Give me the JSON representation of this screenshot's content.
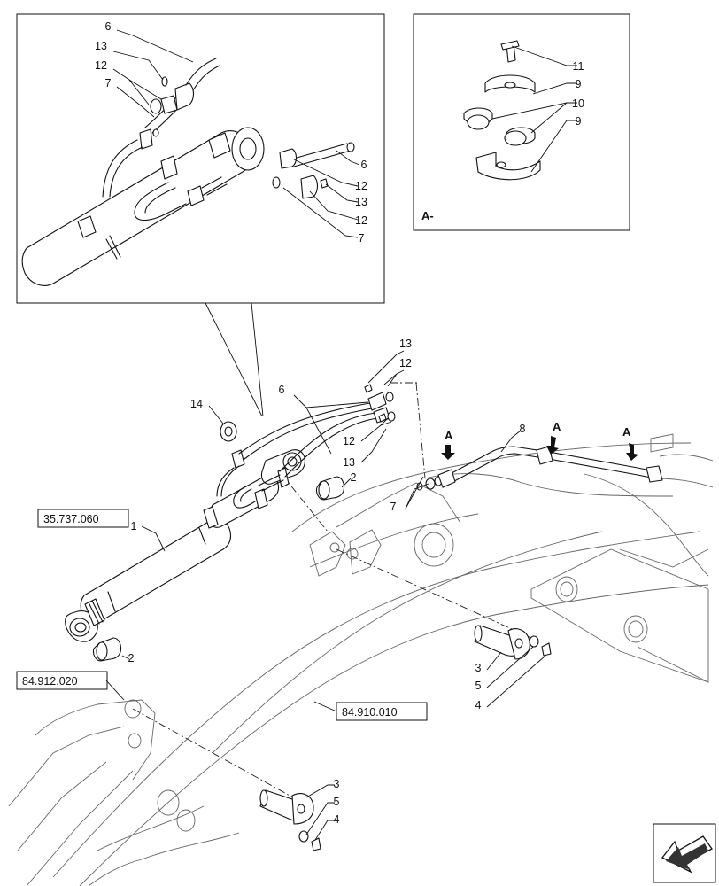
{
  "drawing": {
    "type": "exploded-parts-diagram"
  },
  "view_a": {
    "label": "A-"
  },
  "references": [
    {
      "label": "35.737.060"
    },
    {
      "label": "84.912.020"
    },
    {
      "label": "84.910.010"
    }
  ],
  "callouts": [
    {
      "text": "6"
    },
    {
      "text": "13"
    },
    {
      "text": "12"
    },
    {
      "text": "7"
    },
    {
      "text": "6"
    },
    {
      "text": "12"
    },
    {
      "text": "13"
    },
    {
      "text": "12"
    },
    {
      "text": "7"
    },
    {
      "text": "11"
    },
    {
      "text": "9"
    },
    {
      "text": "10"
    },
    {
      "text": "9"
    },
    {
      "text": "13"
    },
    {
      "text": "12"
    },
    {
      "text": "14"
    },
    {
      "text": "6"
    },
    {
      "text": "12"
    },
    {
      "text": "13"
    },
    {
      "text": "2"
    },
    {
      "text": "7"
    },
    {
      "text": "8"
    },
    {
      "text": "1"
    },
    {
      "text": "2"
    },
    {
      "text": "3"
    },
    {
      "text": "5"
    },
    {
      "text": "4"
    },
    {
      "text": "3"
    },
    {
      "text": "5"
    },
    {
      "text": "4"
    }
  ]
}
